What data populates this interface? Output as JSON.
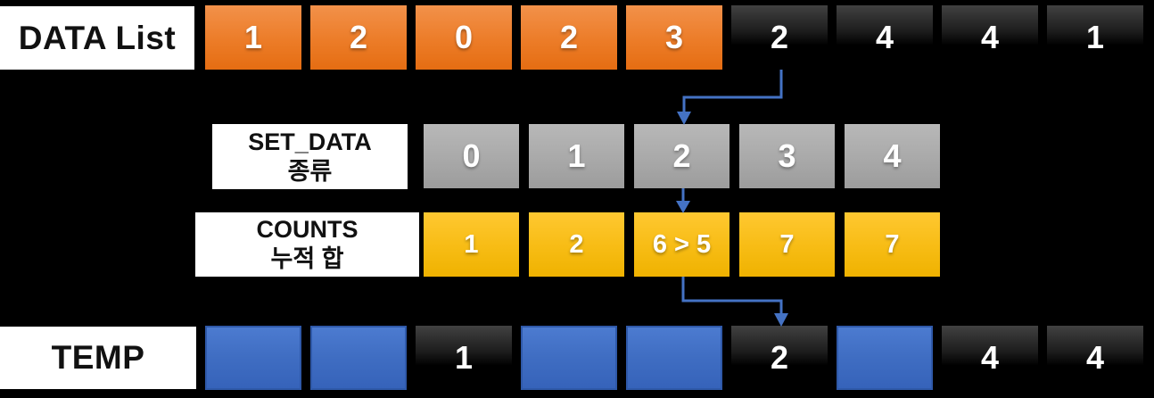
{
  "title": "counting sort step diagram",
  "colors": {
    "background": "#000000",
    "orange_cell": "#EC7C28",
    "dark_cell": "#1d1d1d",
    "gray_cell": "#A9A9A9",
    "gold_cell": "#F7BC14",
    "blue_cell": "#3F6DC2",
    "arrow": "#4472C4",
    "label_bg": "#FFFFFF",
    "label_text": "#111111",
    "cell_text": "#FFFFFF"
  },
  "rows": {
    "data_list": {
      "label": "DATA List",
      "cells": [
        {
          "value": "1",
          "variant": "orange"
        },
        {
          "value": "2",
          "variant": "orange"
        },
        {
          "value": "0",
          "variant": "orange"
        },
        {
          "value": "2",
          "variant": "orange"
        },
        {
          "value": "3",
          "variant": "orange"
        },
        {
          "value": "2",
          "variant": "dark"
        },
        {
          "value": "4",
          "variant": "dark"
        },
        {
          "value": "4",
          "variant": "dark"
        },
        {
          "value": "1",
          "variant": "dark"
        }
      ]
    },
    "set_data": {
      "label_line1": "SET_DATA",
      "label_line2": "종류",
      "cells": [
        {
          "value": "0",
          "variant": "gray"
        },
        {
          "value": "1",
          "variant": "gray"
        },
        {
          "value": "2",
          "variant": "gray"
        },
        {
          "value": "3",
          "variant": "gray"
        },
        {
          "value": "4",
          "variant": "gray"
        }
      ]
    },
    "counts": {
      "label_line1": "COUNTS",
      "label_line2": "누적 합",
      "cells": [
        {
          "value": "1",
          "variant": "gold"
        },
        {
          "value": "2",
          "variant": "gold"
        },
        {
          "value": "6 > 5",
          "variant": "gold"
        },
        {
          "value": "7",
          "variant": "gold"
        },
        {
          "value": "7",
          "variant": "gold"
        }
      ]
    },
    "temp": {
      "label": "TEMP",
      "cells": [
        {
          "value": "",
          "variant": "blue"
        },
        {
          "value": "",
          "variant": "blue"
        },
        {
          "value": "1",
          "variant": "dark"
        },
        {
          "value": "",
          "variant": "blue"
        },
        {
          "value": "",
          "variant": "blue"
        },
        {
          "value": "2",
          "variant": "dark"
        },
        {
          "value": "",
          "variant": "blue"
        },
        {
          "value": "4",
          "variant": "dark"
        },
        {
          "value": "4",
          "variant": "dark"
        }
      ]
    }
  },
  "arrows": [
    {
      "from": "data-list value 2",
      "to": "set_data bucket 2"
    },
    {
      "from": "set_data bucket 2",
      "to": "counts cell 6 > 5"
    },
    {
      "from": "counts cell 6 > 5",
      "to": "temp index 5"
    }
  ]
}
